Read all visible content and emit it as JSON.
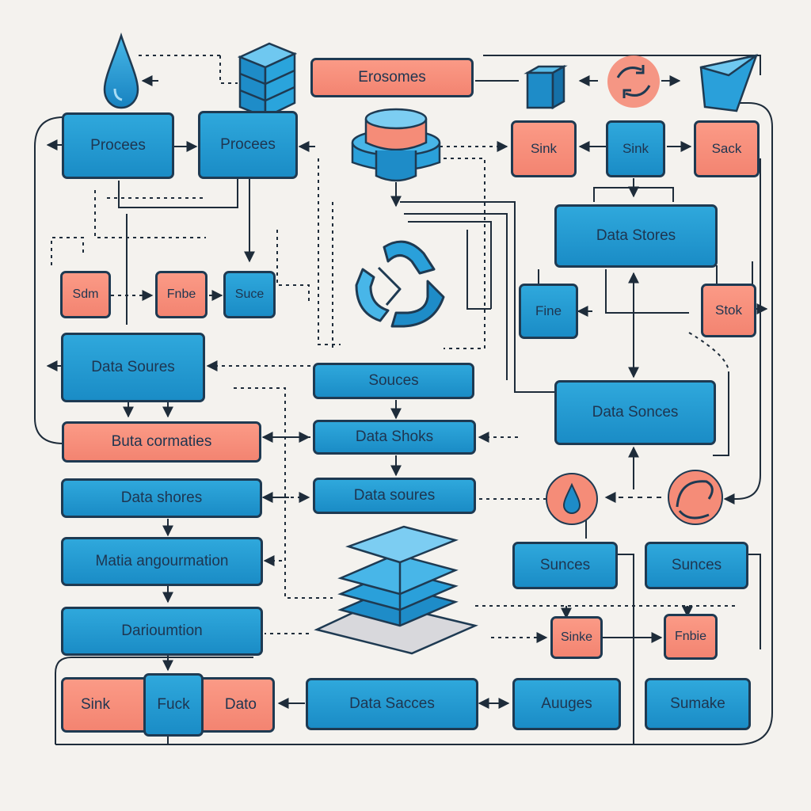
{
  "nodes": {
    "processes_1": "Procees",
    "processes_2": "Procees",
    "erosomes": "Erosomes",
    "sink_coral": "Sink",
    "sink_blue": "Sink",
    "sack": "Sack",
    "sdm": "Sdm",
    "fnbe": "Fnbe",
    "suce": "Suce",
    "data_stores_right": "Data Stores",
    "fine": "Fine",
    "stok": "Stok",
    "data_soures_left": "Data Soures",
    "sources_center": "Souces",
    "data_sonces_right": "Data Sonces",
    "buta_cormaties": "Buta cormaties",
    "data_shoks": "Data Shoks",
    "data_shores": "Data shores",
    "data_soures_center": "Data soures",
    "sunces_1": "Sunces",
    "sunces_2": "Sunces",
    "matia_angourmation": "Matia angourmation",
    "sinke": "Sinke",
    "fnbie": "Fnbie",
    "darioumtion": "Darioumtion",
    "sink_bottom": "Sink",
    "fuck": "Fuck",
    "dato": "Dato",
    "data_sacces": "Data Sacces",
    "auuges": "Auuges",
    "sumake": "Sumake"
  },
  "colors": {
    "blue": "#1e96d1",
    "coral": "#f58c78",
    "line": "#1e2c3a",
    "background": "#f4f2ee"
  },
  "icons": [
    "drop-icon",
    "server-stack-icon",
    "database-cylinder-icon",
    "cube-icon",
    "cycle-arrows-icon",
    "shield-icon",
    "recycle-logo-icon",
    "drop-circle-icon",
    "swirl-circle-icon",
    "stacked-layers-icon"
  ]
}
